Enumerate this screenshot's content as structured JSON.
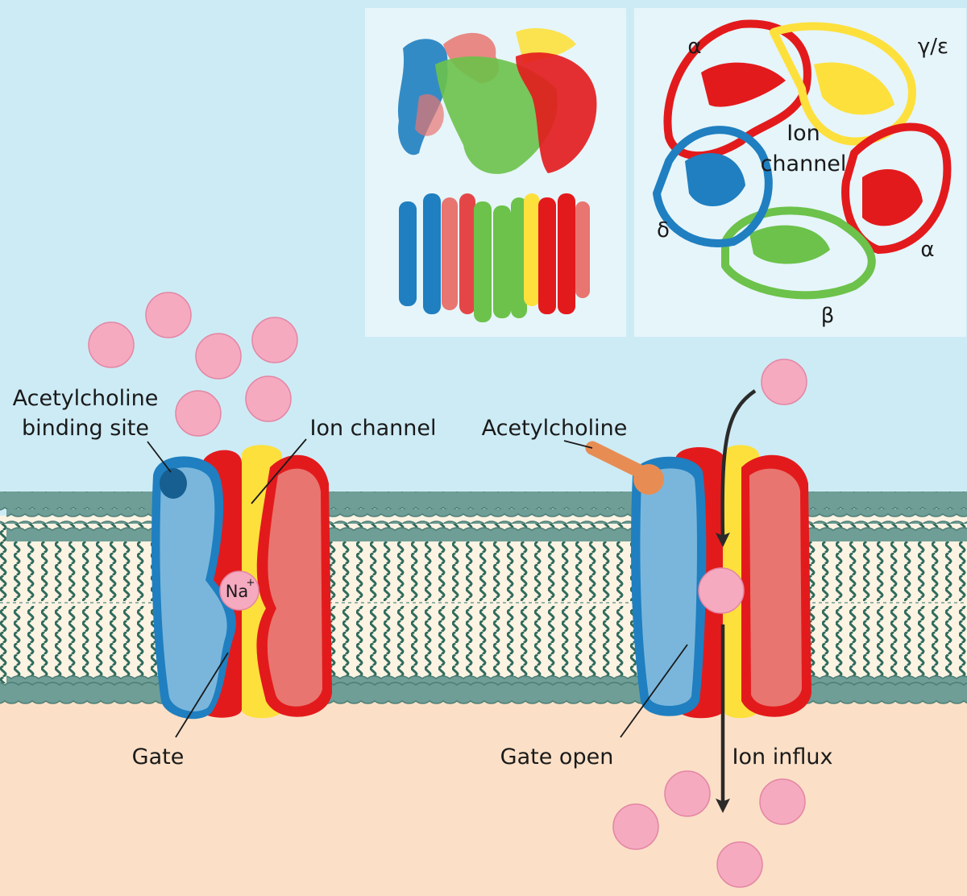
{
  "labels": {
    "binding_site_line1": "Acetylcholine",
    "binding_site_line2": "binding site",
    "ion_channel": "Ion channel",
    "acetylcholine": "Acetylcholine",
    "gate": "Gate",
    "gate_open": "Gate open",
    "ion_influx": "Ion influx",
    "na_ion": "Na",
    "na_charge": "+"
  },
  "structure_top_view": {
    "center_line1": "Ion",
    "center_line2": "channel",
    "subunits": {
      "alpha_top": "α",
      "gamma_epsilon": "γ/ε",
      "delta": "δ",
      "alpha_right": "α",
      "beta": "β"
    }
  },
  "colors": {
    "extracellular": "#cdebf5",
    "intracellular": "#fbe0c7",
    "membrane_interior": "#fdf3e3",
    "lipid_head": "#6e9e96",
    "lipid_tail": "#2f6b5d",
    "subunit_blue": "#1f7fc0",
    "subunit_blue_light": "#7ab6dc",
    "subunit_red": "#e31a1c",
    "subunit_red_light": "#e87570",
    "subunit_yellow": "#fde03c",
    "subunit_green": "#6cc24a",
    "acetylcholine": "#f5aac0",
    "acetylcholine_bound": "#e78d54",
    "arrow": "#2a2a2a"
  }
}
